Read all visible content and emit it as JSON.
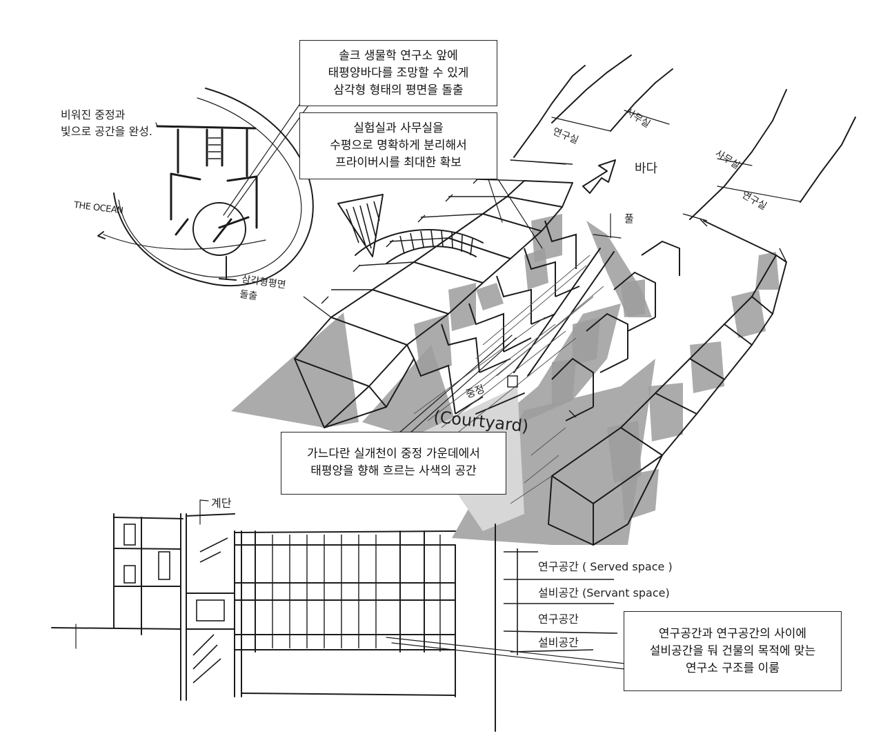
{
  "callouts": {
    "salk_view": [
      "솔크 생물학 연구소 앞에",
      "태평양바다를 조망할 수 있게",
      "삼각형 형태의 평면을 돌출"
    ],
    "lab_office": [
      "실험실과 사무실을",
      "수평으로 명확하게 분리해서",
      "프라이버시를 최대한 확보"
    ],
    "channel": [
      "가느다란 실개천이 중정 가운데에서",
      "태평양을 향해 흐르는 사색의 공간"
    ],
    "section": [
      "연구공간과 연구공간의 사이에",
      "설비공간을 둬 건물의 목적에 맞는",
      "연구소 구조를 이룸"
    ]
  },
  "annotations": {
    "empty_courtyard": [
      "비워진 중정과",
      "빛으로 공간을 완성."
    ],
    "the_ocean": "THE OCEAN",
    "triangle_plan": [
      "삼각형평면",
      "돌출"
    ],
    "lab_left": "연구실",
    "office_left": "사무실",
    "office_right": "사무실",
    "lab_right": "연구실",
    "sea": "바다",
    "pool": "풀",
    "courtyard_kr": "중정",
    "courtyard_en": "(Courtyard)",
    "stairs": "계단",
    "section_labels": [
      "연구공간 ( Served space )",
      "설비공간 (Servant space)",
      "연구공간",
      "설비공간"
    ]
  }
}
